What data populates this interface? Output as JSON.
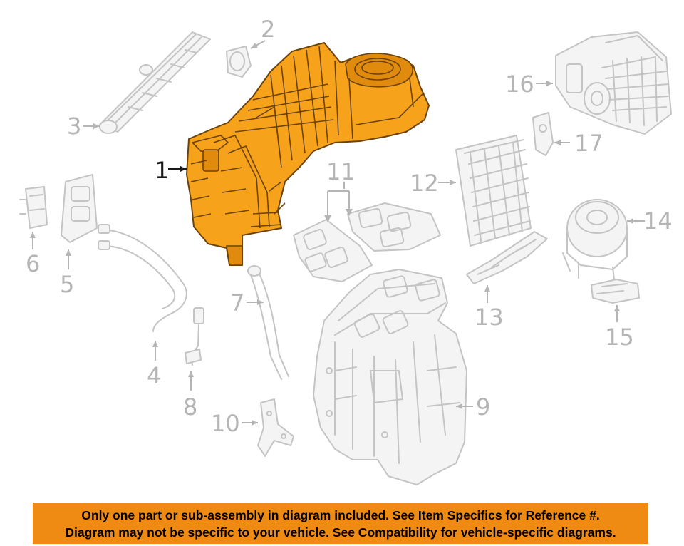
{
  "callouts": {
    "c1": "1",
    "c2": "2",
    "c3": "3",
    "c4": "4",
    "c5": "5",
    "c6": "6",
    "c7": "7",
    "c8": "8",
    "c9": "9",
    "c10": "10",
    "c11": "11",
    "c12": "12",
    "c13": "13",
    "c14": "14",
    "c15": "15",
    "c16": "16",
    "c17": "17"
  },
  "colors": {
    "highlight": "#f7a21b",
    "banner": "#ef8a12",
    "ghost": "#c4c4c4"
  },
  "banner": {
    "line1": "Only one part or sub-assembly in diagram included. See Item Specifics for Reference #.",
    "line2": "Diagram may not be specific to your vehicle. See Compatibility for vehicle-specific diagrams."
  }
}
